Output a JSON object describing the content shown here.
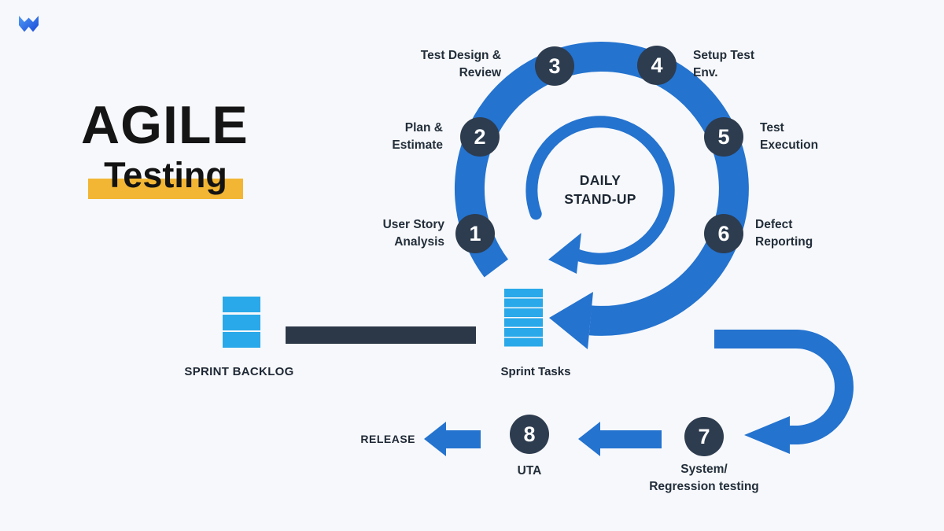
{
  "title": {
    "main": "AGILE",
    "sub": "Testing"
  },
  "center": {
    "label": "DAILY\nSTAND-UP"
  },
  "steps": [
    {
      "num": "1",
      "label": "User Story\nAnalysis"
    },
    {
      "num": "2",
      "label": "Plan &\nEstimate"
    },
    {
      "num": "3",
      "label": "Test Design &\nReview"
    },
    {
      "num": "4",
      "label": "Setup Test\nEnv."
    },
    {
      "num": "5",
      "label": "Test\nExecution"
    },
    {
      "num": "6",
      "label": "Defect\nReporting"
    },
    {
      "num": "7",
      "label": "System/\nRegression testing"
    },
    {
      "num": "8",
      "label": "UTA"
    }
  ],
  "artifacts": {
    "sprint_backlog": "SPRINT BACKLOG",
    "sprint_tasks": "Sprint Tasks",
    "release": "RELEASE"
  },
  "icons": {
    "logo": "m-logo"
  },
  "colors": {
    "background": "#F7F8FB",
    "arrow_blue": "#2473CF",
    "light_blue": "#29A9E9",
    "dark_navy_circle": "#2D3C4F",
    "dark_bar": "#2C3847",
    "highlight_yellow": "#F2B634",
    "label_text": "#222E3A"
  }
}
